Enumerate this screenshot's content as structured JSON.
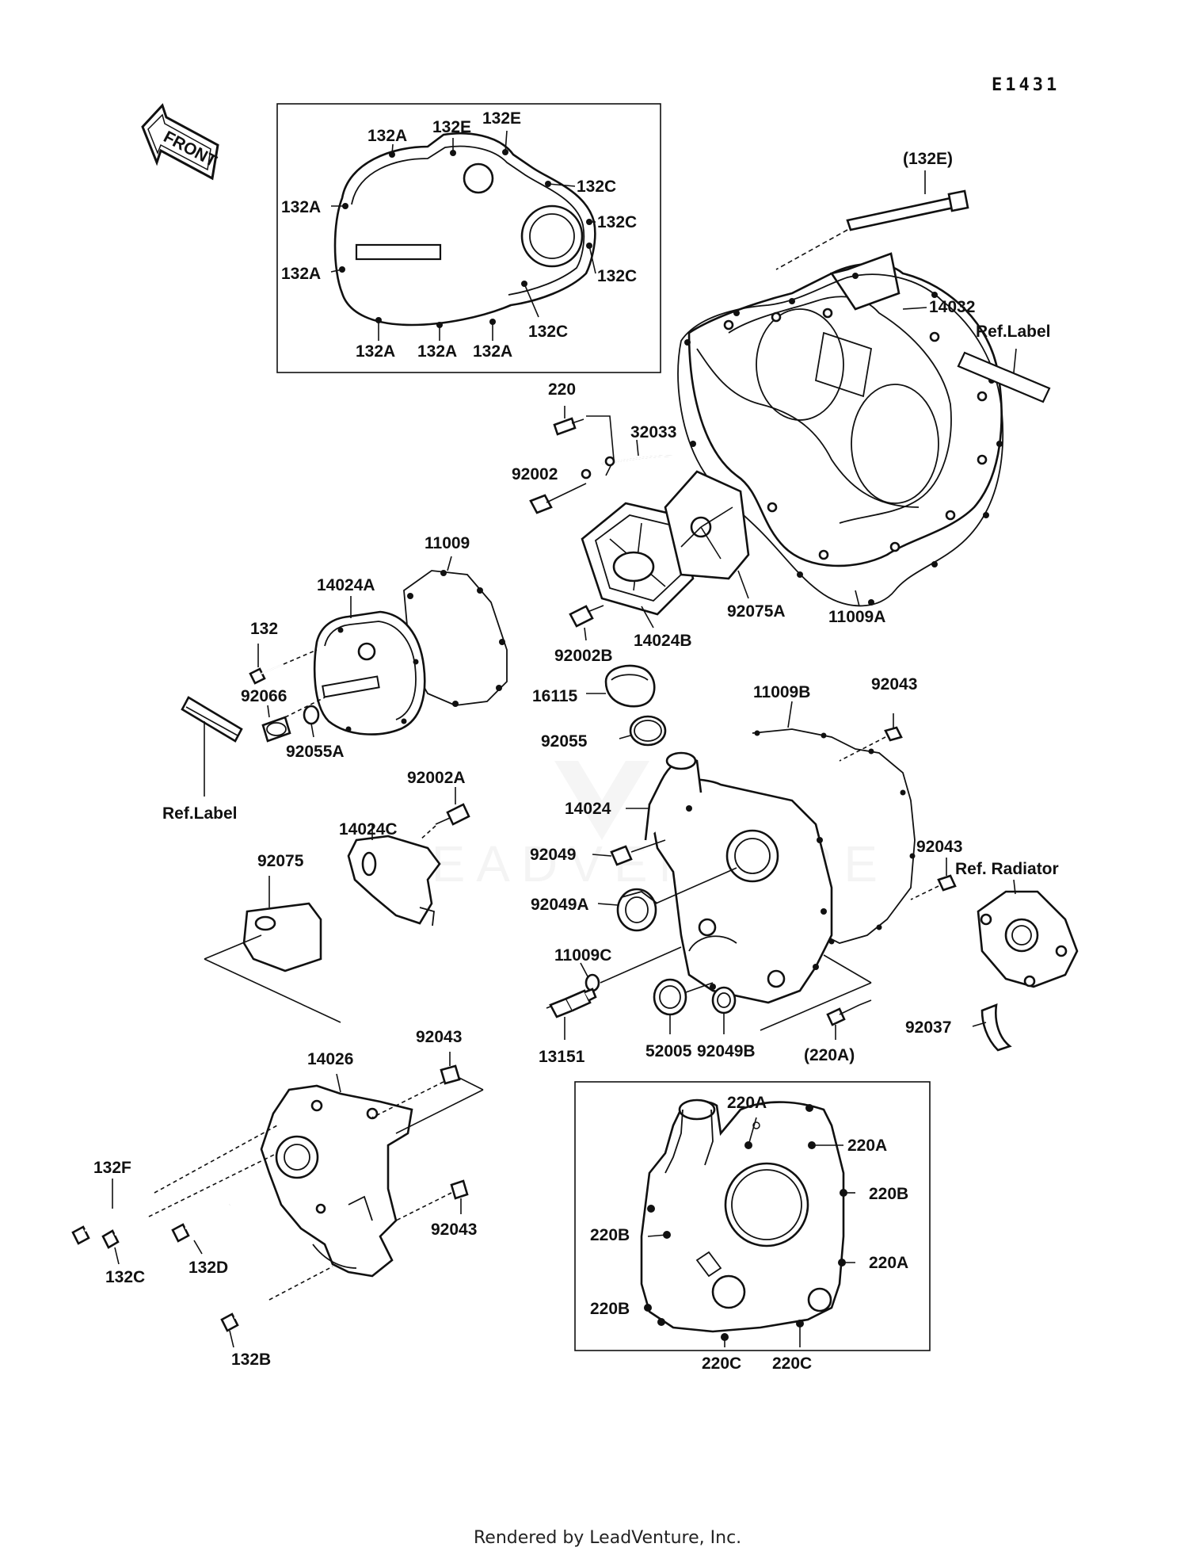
{
  "diagram": {
    "code": "E1431",
    "footer": "Rendered by LeadVenture, Inc.",
    "watermark": "LEADVENTURE",
    "front_label": "FRONT"
  },
  "labels": {
    "l132a_1": "132A",
    "l132e_1": "132E",
    "l132e_2": "132E",
    "l132c_1": "132C",
    "l132a_2": "132A",
    "l132c_2": "132C",
    "l132a_3": "132A",
    "l132c_3": "132C",
    "l132c_4": "132C",
    "l132a_4": "132A",
    "l132a_5": "132A",
    "l132a_6": "132A",
    "l132e_p": "(132E)",
    "l14032": "14032",
    "lref1": "Ref.Label",
    "l220": "220",
    "l32033": "32033",
    "l92002": "92002",
    "l11009": "11009",
    "l14024a": "14024A",
    "l132": "132",
    "l92066": "92066",
    "l92055a": "92055A",
    "lref2": "Ref.Label",
    "l92002a": "92002A",
    "l14024c": "14024C",
    "l92075": "92075",
    "l92075a": "92075A",
    "l11009a": "11009A",
    "l92002b": "92002B",
    "l14024b": "14024B",
    "l16115": "16115",
    "l92055": "92055",
    "l11009b": "11009B",
    "l92043_1": "92043",
    "l14024": "14024",
    "l92049": "92049",
    "l92043_2": "92043",
    "lrefrad": "Ref. Radiator",
    "l92049a": "92049A",
    "l11009c": "11009C",
    "l13151": "13151",
    "l52005": "52005",
    "l92049b": "92049B",
    "l220a_p": "(220A)",
    "l92037": "92037",
    "l92043_3": "92043",
    "l14026": "14026",
    "l132f": "132F",
    "l132c_5": "132C",
    "l132d": "132D",
    "l92043_4": "92043",
    "l132b": "132B",
    "l220a_1": "220A",
    "l220a_2": "220A",
    "l220b_1": "220B",
    "l220b_2": "220B",
    "l220a_3": "220A",
    "l220b_3": "220B",
    "l220c_1": "220C",
    "l220c_2": "220C"
  }
}
